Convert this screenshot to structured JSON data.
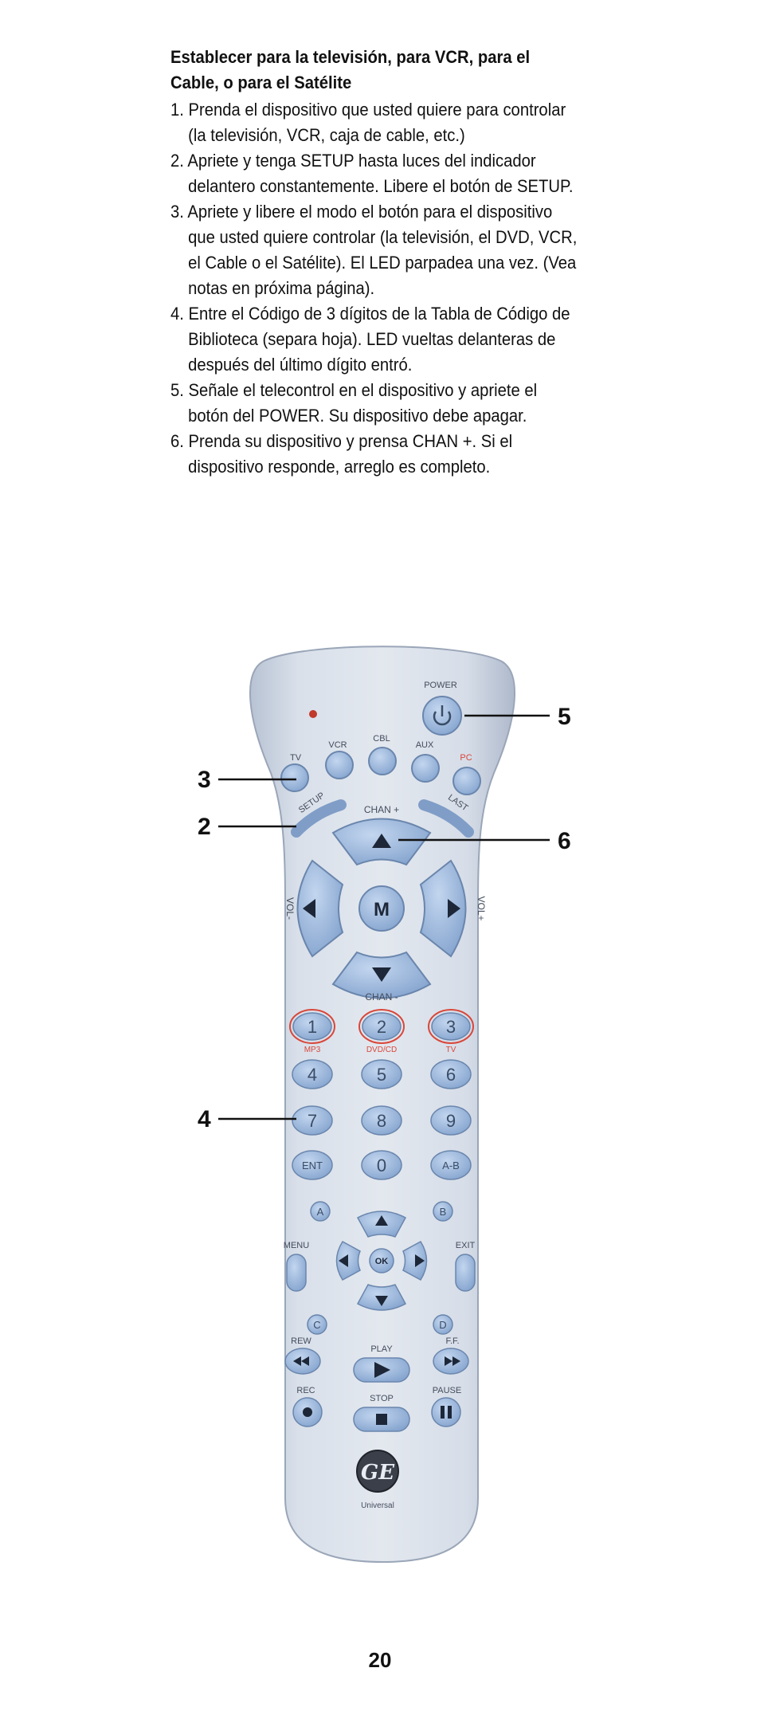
{
  "instructions": {
    "heading": "Establecer para la televisión, para VCR, para el Cable, o para el Satélite",
    "steps": [
      "1. Prenda el dispositivo que usted quiere para controlar (la televisión, VCR, caja de cable, etc.)",
      "2. Apriete y tenga SETUP hasta luces del indicador delantero constantemente. Libere el botón de SETUP.",
      "3. Apriete y libere el modo el botón para el dispositivo que usted quiere controlar (la televisión, el DVD, VCR, el Cable o el Satélite). El LED parpadea una vez. (Vea notas en próxima página).",
      "4. Entre el Código de 3 dígitos de la Tabla de Código de Biblioteca (separa hoja). LED vueltas delanteras de después del último dígito entró.",
      "5. Señale el telecontrol en el dispositivo y apriete el botón del POWER. Su dispositivo debe apagar.",
      "6. Prenda su dispositivo y prensa CHAN +. Si el dispositivo responde, arreglo es completo."
    ]
  },
  "remote": {
    "power_label": "POWER",
    "mode_labels": {
      "tv": "TV",
      "vcr": "VCR",
      "cbl": "CBL",
      "aux": "AUX",
      "pc": "PC"
    },
    "setup_label": "SETUP",
    "last_label": "LAST",
    "chan_up_label": "CHAN +",
    "chan_down_label": "CHAN -",
    "vol_down_label": "VOL-",
    "vol_up_label": "VOL+",
    "menu_center": "M",
    "digits": [
      "1",
      "2",
      "3",
      "4",
      "5",
      "6",
      "7",
      "8",
      "9",
      "0"
    ],
    "ent_label": "ENT",
    "ab_label": "A-B",
    "mini_labels": {
      "mp3": "MP3",
      "dvd": "DVD/CD",
      "tv2": "TV"
    },
    "letter_a": "A",
    "letter_b": "B",
    "letter_c": "C",
    "letter_d": "D",
    "menu_label": "MENU",
    "exit_label": "EXIT",
    "ok_label": "OK",
    "rew_label": "REW",
    "play_label": "PLAY",
    "ff_label": "F.F.",
    "rec_label": "REC",
    "stop_label": "STOP",
    "pause_label": "PAUSE",
    "logo_text": "GE",
    "brand_text": "Universal"
  },
  "callouts": {
    "c3": "3",
    "c2": "2",
    "c5": "5",
    "c6": "6",
    "c4": "4"
  },
  "page_number": "20",
  "colors": {
    "remote_body": "#cfd8e6",
    "button_fill": "#9fb9dc",
    "led": "#c0392b",
    "ring_red": "#d9473b"
  }
}
